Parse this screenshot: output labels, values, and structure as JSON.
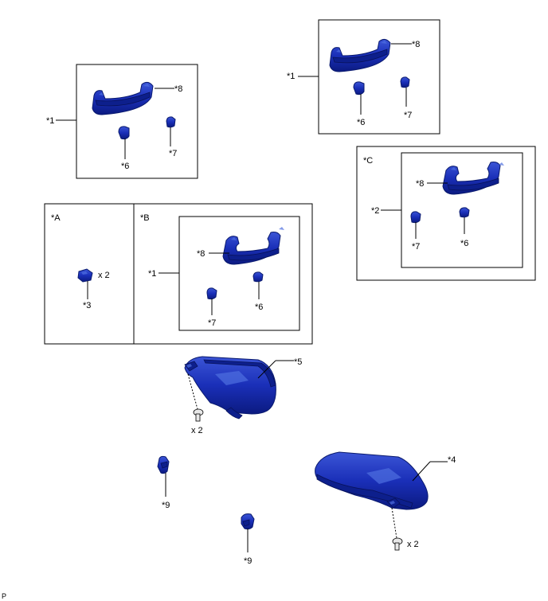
{
  "colors": {
    "part": "#1a2fb8",
    "part_dark": "#0d1f8c",
    "line": "#000000"
  },
  "groups": {
    "top_left": {
      "callout": "*1",
      "handle": "*8",
      "clip_a": "*6",
      "clip_b": "*7"
    },
    "top_right": {
      "callout": "*1",
      "handle": "*8",
      "clip_a": "*6",
      "clip_b": "*7"
    },
    "variant_a": {
      "tag": "*A",
      "part": "*3",
      "qty": "x 2"
    },
    "variant_b": {
      "tag": "*B",
      "callout": "*1",
      "handle": "*8",
      "clip_a": "*7",
      "clip_b": "*6"
    },
    "variant_c": {
      "tag": "*C",
      "callout": "*2",
      "handle": "*8",
      "clip_a": "*7",
      "clip_b": "*6"
    }
  },
  "visors": {
    "upper": {
      "label": "*5",
      "screw_qty": "x 2"
    },
    "lower": {
      "label": "*4",
      "screw_qty": "x 2"
    }
  },
  "holders": {
    "left": "*9",
    "bottom": "*9"
  },
  "footer_code": "P"
}
